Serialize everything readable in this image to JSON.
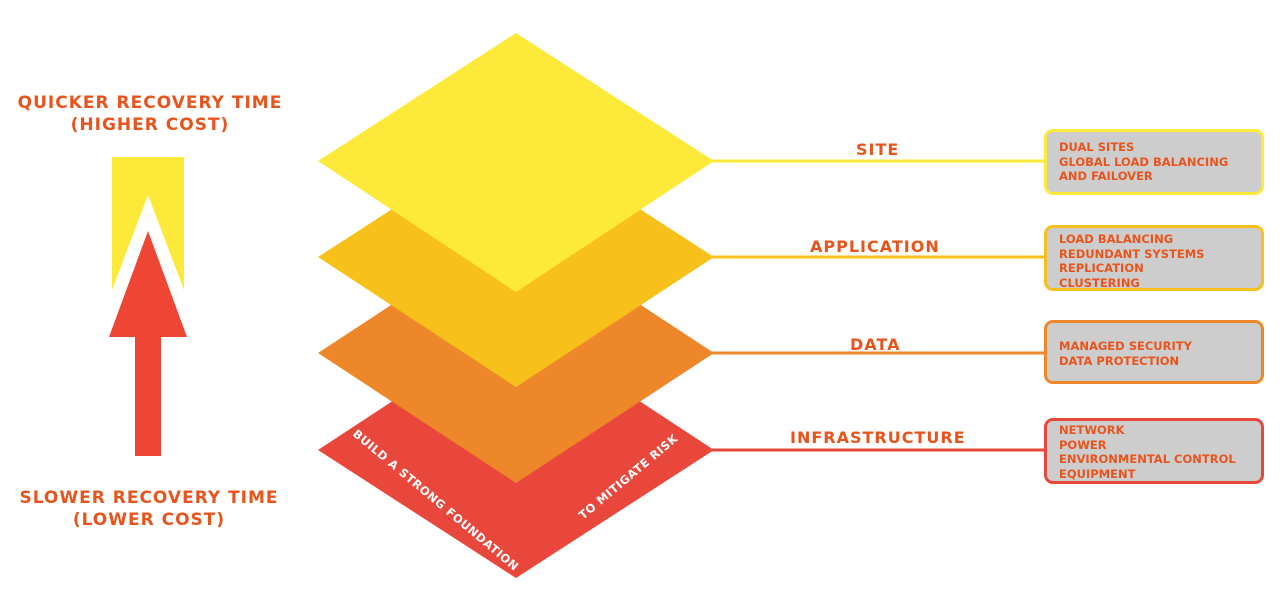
{
  "left_captions": {
    "top_line1": "QUICKER RECOVERY TIME",
    "top_line2": "(HIGHER COST)",
    "bottom_line1": "SLOWER RECOVERY TIME",
    "bottom_line2": "(LOWER COST)"
  },
  "foundation_text": {
    "left": "BUILD A STRONG FOUNDATION",
    "right": "TO MITIGATE RISK"
  },
  "layers": [
    {
      "label": "SITE",
      "color": "#fde93a",
      "items": [
        "DUAL SITES",
        "GLOBAL LOAD BALANCING",
        "AND FAILOVER"
      ]
    },
    {
      "label": "APPLICATION",
      "color": "#f8c01b",
      "items": [
        "LOAD BALANCING",
        "REDUNDANT SYSTEMS",
        "REPLICATION",
        "CLUSTERING"
      ]
    },
    {
      "label": "DATA",
      "color": "#ee8729",
      "items": [
        "MANAGED SECURITY",
        "DATA PROTECTION"
      ]
    },
    {
      "label": "INFRASTRUCTURE",
      "color": "#e9473b",
      "items": [
        "NETWORK",
        "POWER",
        "ENVIRONMENTAL CONTROL",
        "EQUIPMENT"
      ]
    }
  ],
  "colors": {
    "text": "#e8541c",
    "box_fill": "#cdcdcd",
    "arrow_red": "#ee4535",
    "arrow_yellow": "#fde93a"
  }
}
